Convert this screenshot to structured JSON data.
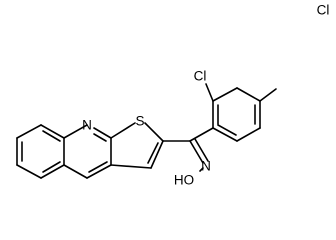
{
  "molecule": {
    "atom_labels": {
      "cl_top": "Cl",
      "cl_ortho": "Cl",
      "n_ring": "N",
      "s_ring": "S",
      "n_oxime": "N",
      "oh": "HO"
    }
  }
}
